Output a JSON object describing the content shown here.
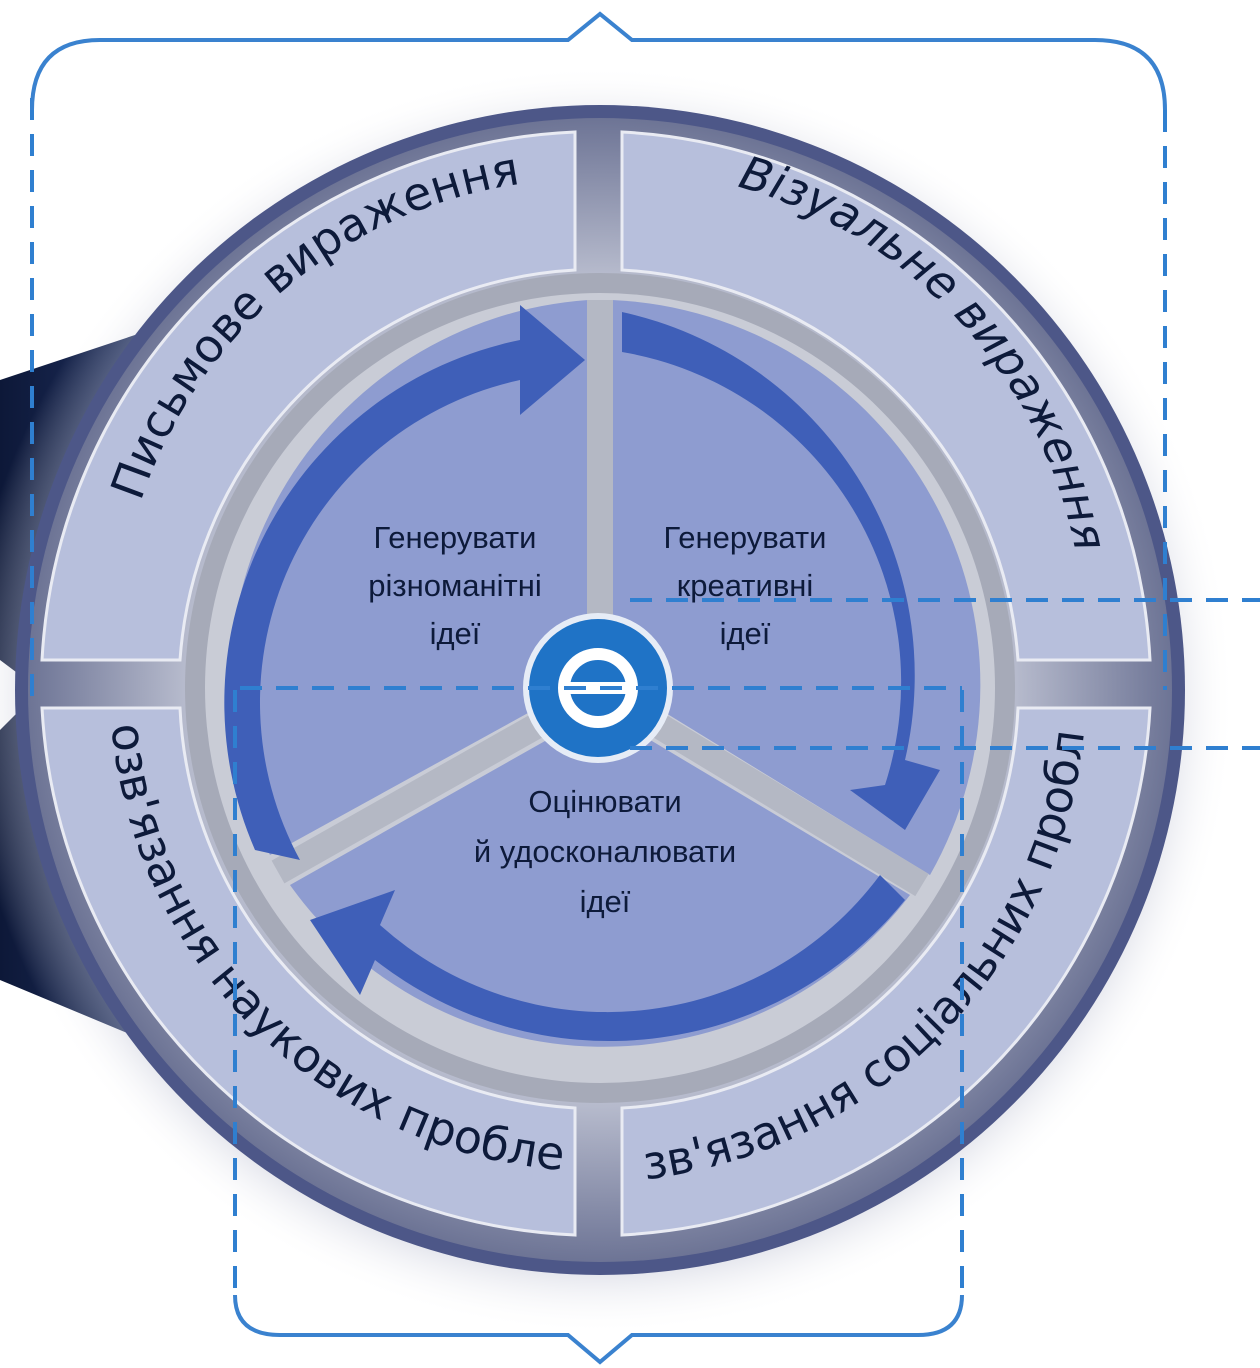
{
  "ring": {
    "top_left": "Письмове вираження",
    "top_right": "Візуальне вираження",
    "bottom_left": "Розв'язання наукових проблем",
    "bottom_right": "Розв'язання соціальних проблем"
  },
  "inner": {
    "left": [
      "Генерувати",
      "різноманітні",
      "ідеї"
    ],
    "right": [
      "Генерувати",
      "креативні",
      "ідеї"
    ],
    "bottom": [
      "Оцінювати",
      "й удосконалювати",
      "ідеї"
    ]
  },
  "center_icon": "theta-logo-icon",
  "colors": {
    "ring_fill": "#b7bfdc",
    "inner_fill": "#8e9cd0",
    "arrow": "#3f5fb8",
    "dashed": "#2f7fd0",
    "center_circle": "#1f73c6",
    "left_wedge": "#14234a"
  }
}
